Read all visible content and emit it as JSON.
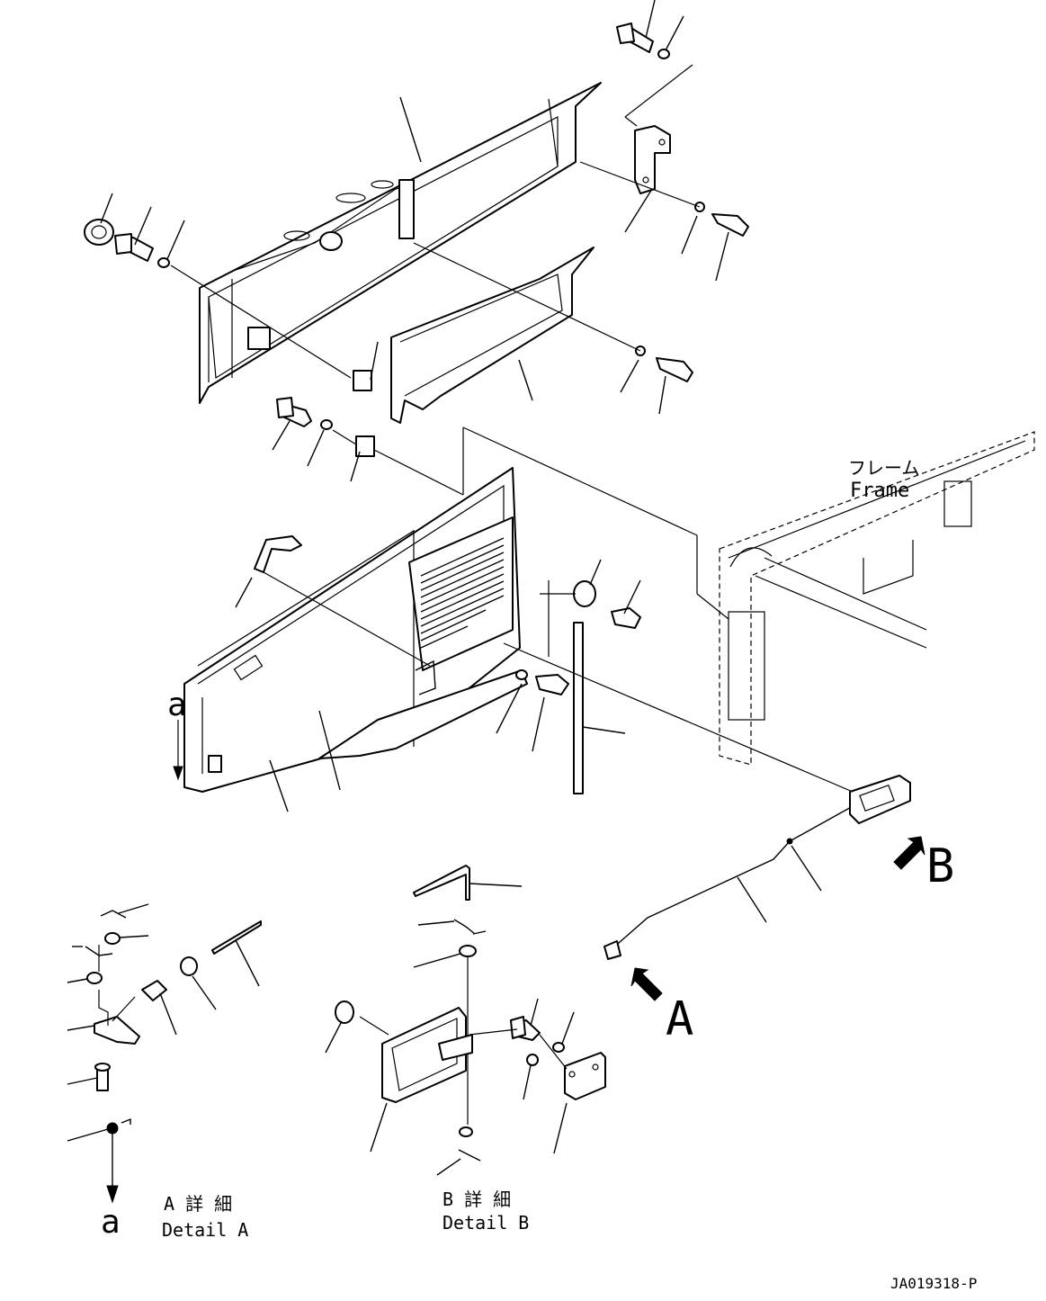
{
  "labels": {
    "frame_jp": "フレーム",
    "frame_en": "Frame",
    "callout_a_upper": "A",
    "callout_b_upper": "B",
    "small_a_top": "a",
    "small_a_bottom": "a",
    "detail_a_jp": "A 詳 細",
    "detail_a_en": "Detail A",
    "detail_b_jp": "B 詳 細",
    "detail_b_en": "Detail B",
    "drawing_number": "JA019318-P"
  }
}
